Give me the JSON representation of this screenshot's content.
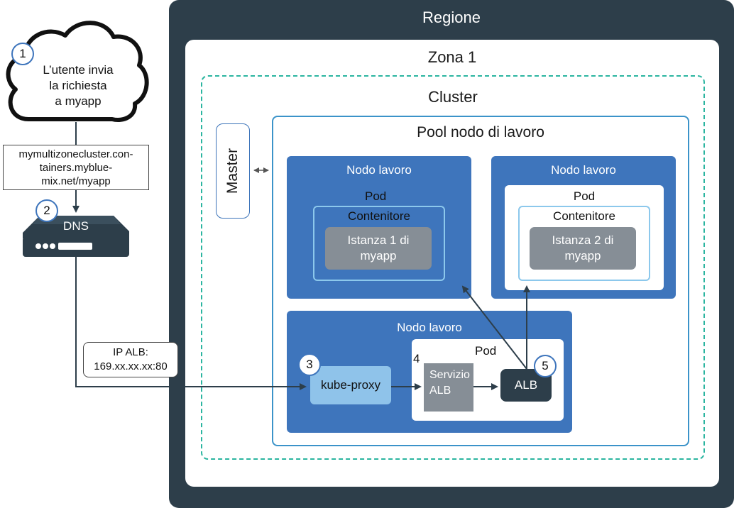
{
  "region": {
    "title": "Regione"
  },
  "zone": {
    "title": "Zona 1"
  },
  "cluster": {
    "title": "Cluster"
  },
  "master": {
    "label": "Master"
  },
  "pool": {
    "title": "Pool nodo di lavoro"
  },
  "worker_nodes": [
    {
      "title": "Nodo lavoro",
      "pod": "Pod",
      "container": "Contenitore",
      "instance_lines": [
        "Istanza 1 di",
        "myapp"
      ]
    },
    {
      "title": "Nodo lavoro",
      "pod": "Pod",
      "container": "Contenitore",
      "instance_lines": [
        "Istanza 2 di",
        "myapp"
      ]
    },
    {
      "title": "Nodo lavoro",
      "kube_proxy": "kube-proxy",
      "pod": "Pod",
      "service_lines": [
        "Servizio",
        "ALB"
      ],
      "alb": "ALB"
    }
  ],
  "user_request": {
    "lines": [
      "L’utente invia",
      "la richiesta",
      "a myapp"
    ]
  },
  "url": {
    "lines": [
      "mymultizonecluster.con-",
      "tainers.myblue-",
      "mix.net/myapp"
    ]
  },
  "dns": {
    "label": "DNS"
  },
  "alb_ip": {
    "lines": [
      "IP ALB:",
      "169.xx.xx.xx:80"
    ]
  },
  "steps": [
    "1",
    "2",
    "3",
    "4",
    "5"
  ],
  "colors": {
    "region": "#2d3e4a",
    "worker_node": "#3e75bc",
    "cluster_border": "#2bb5a0",
    "kube_proxy": "#8fc3ea",
    "instance": "#868e96",
    "alb": "#2d3e4a"
  }
}
